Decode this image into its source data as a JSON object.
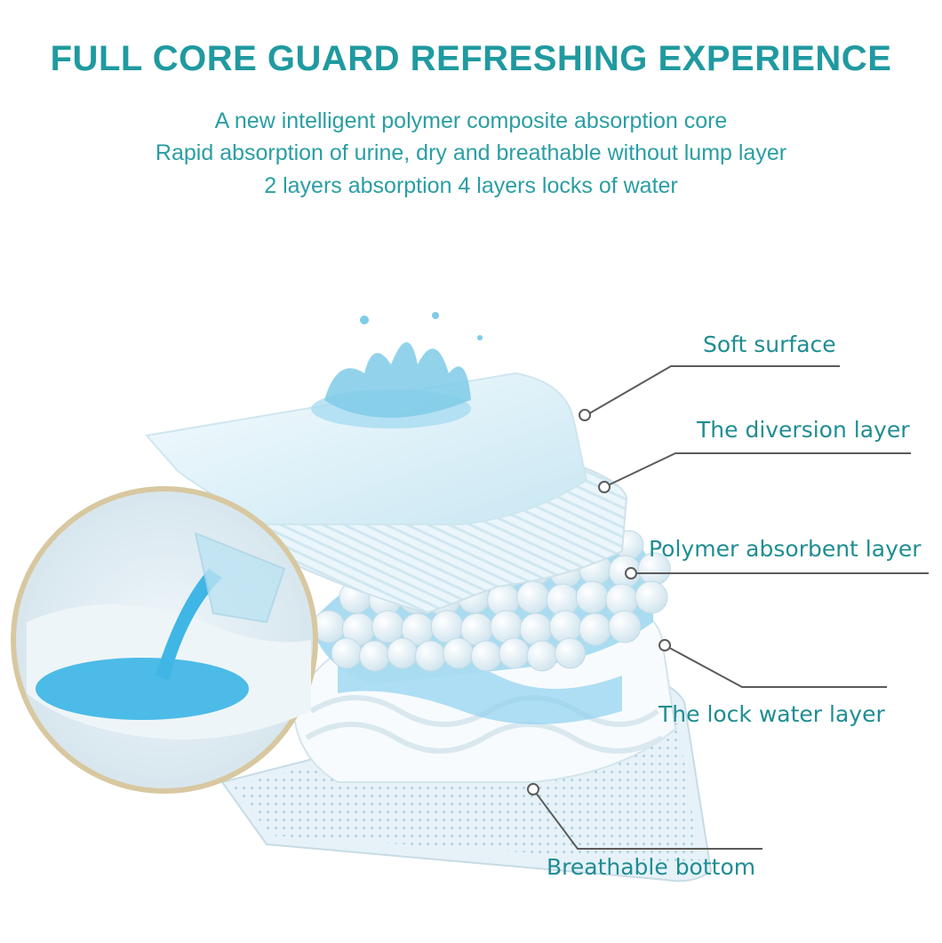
{
  "header": {
    "title": "FULL CORE GUARD REFRESHING EXPERIENCE",
    "subtitle_lines": [
      "A new intelligent polymer composite absorption core",
      "Rapid absorption of urine, dry and breathable without lump layer",
      "2 layers absorption 4 layers locks of water"
    ]
  },
  "layers": [
    {
      "label": "Soft surface"
    },
    {
      "label": "The diversion layer"
    },
    {
      "label": "Polymer absorbent layer"
    },
    {
      "label": "The lock water layer"
    },
    {
      "label": "Breathable bottom"
    }
  ],
  "colors": {
    "title": "#1f9aa0",
    "label": "#1f8d92",
    "leader_line": "#5b5b5b",
    "water": "#4fc3e6"
  }
}
